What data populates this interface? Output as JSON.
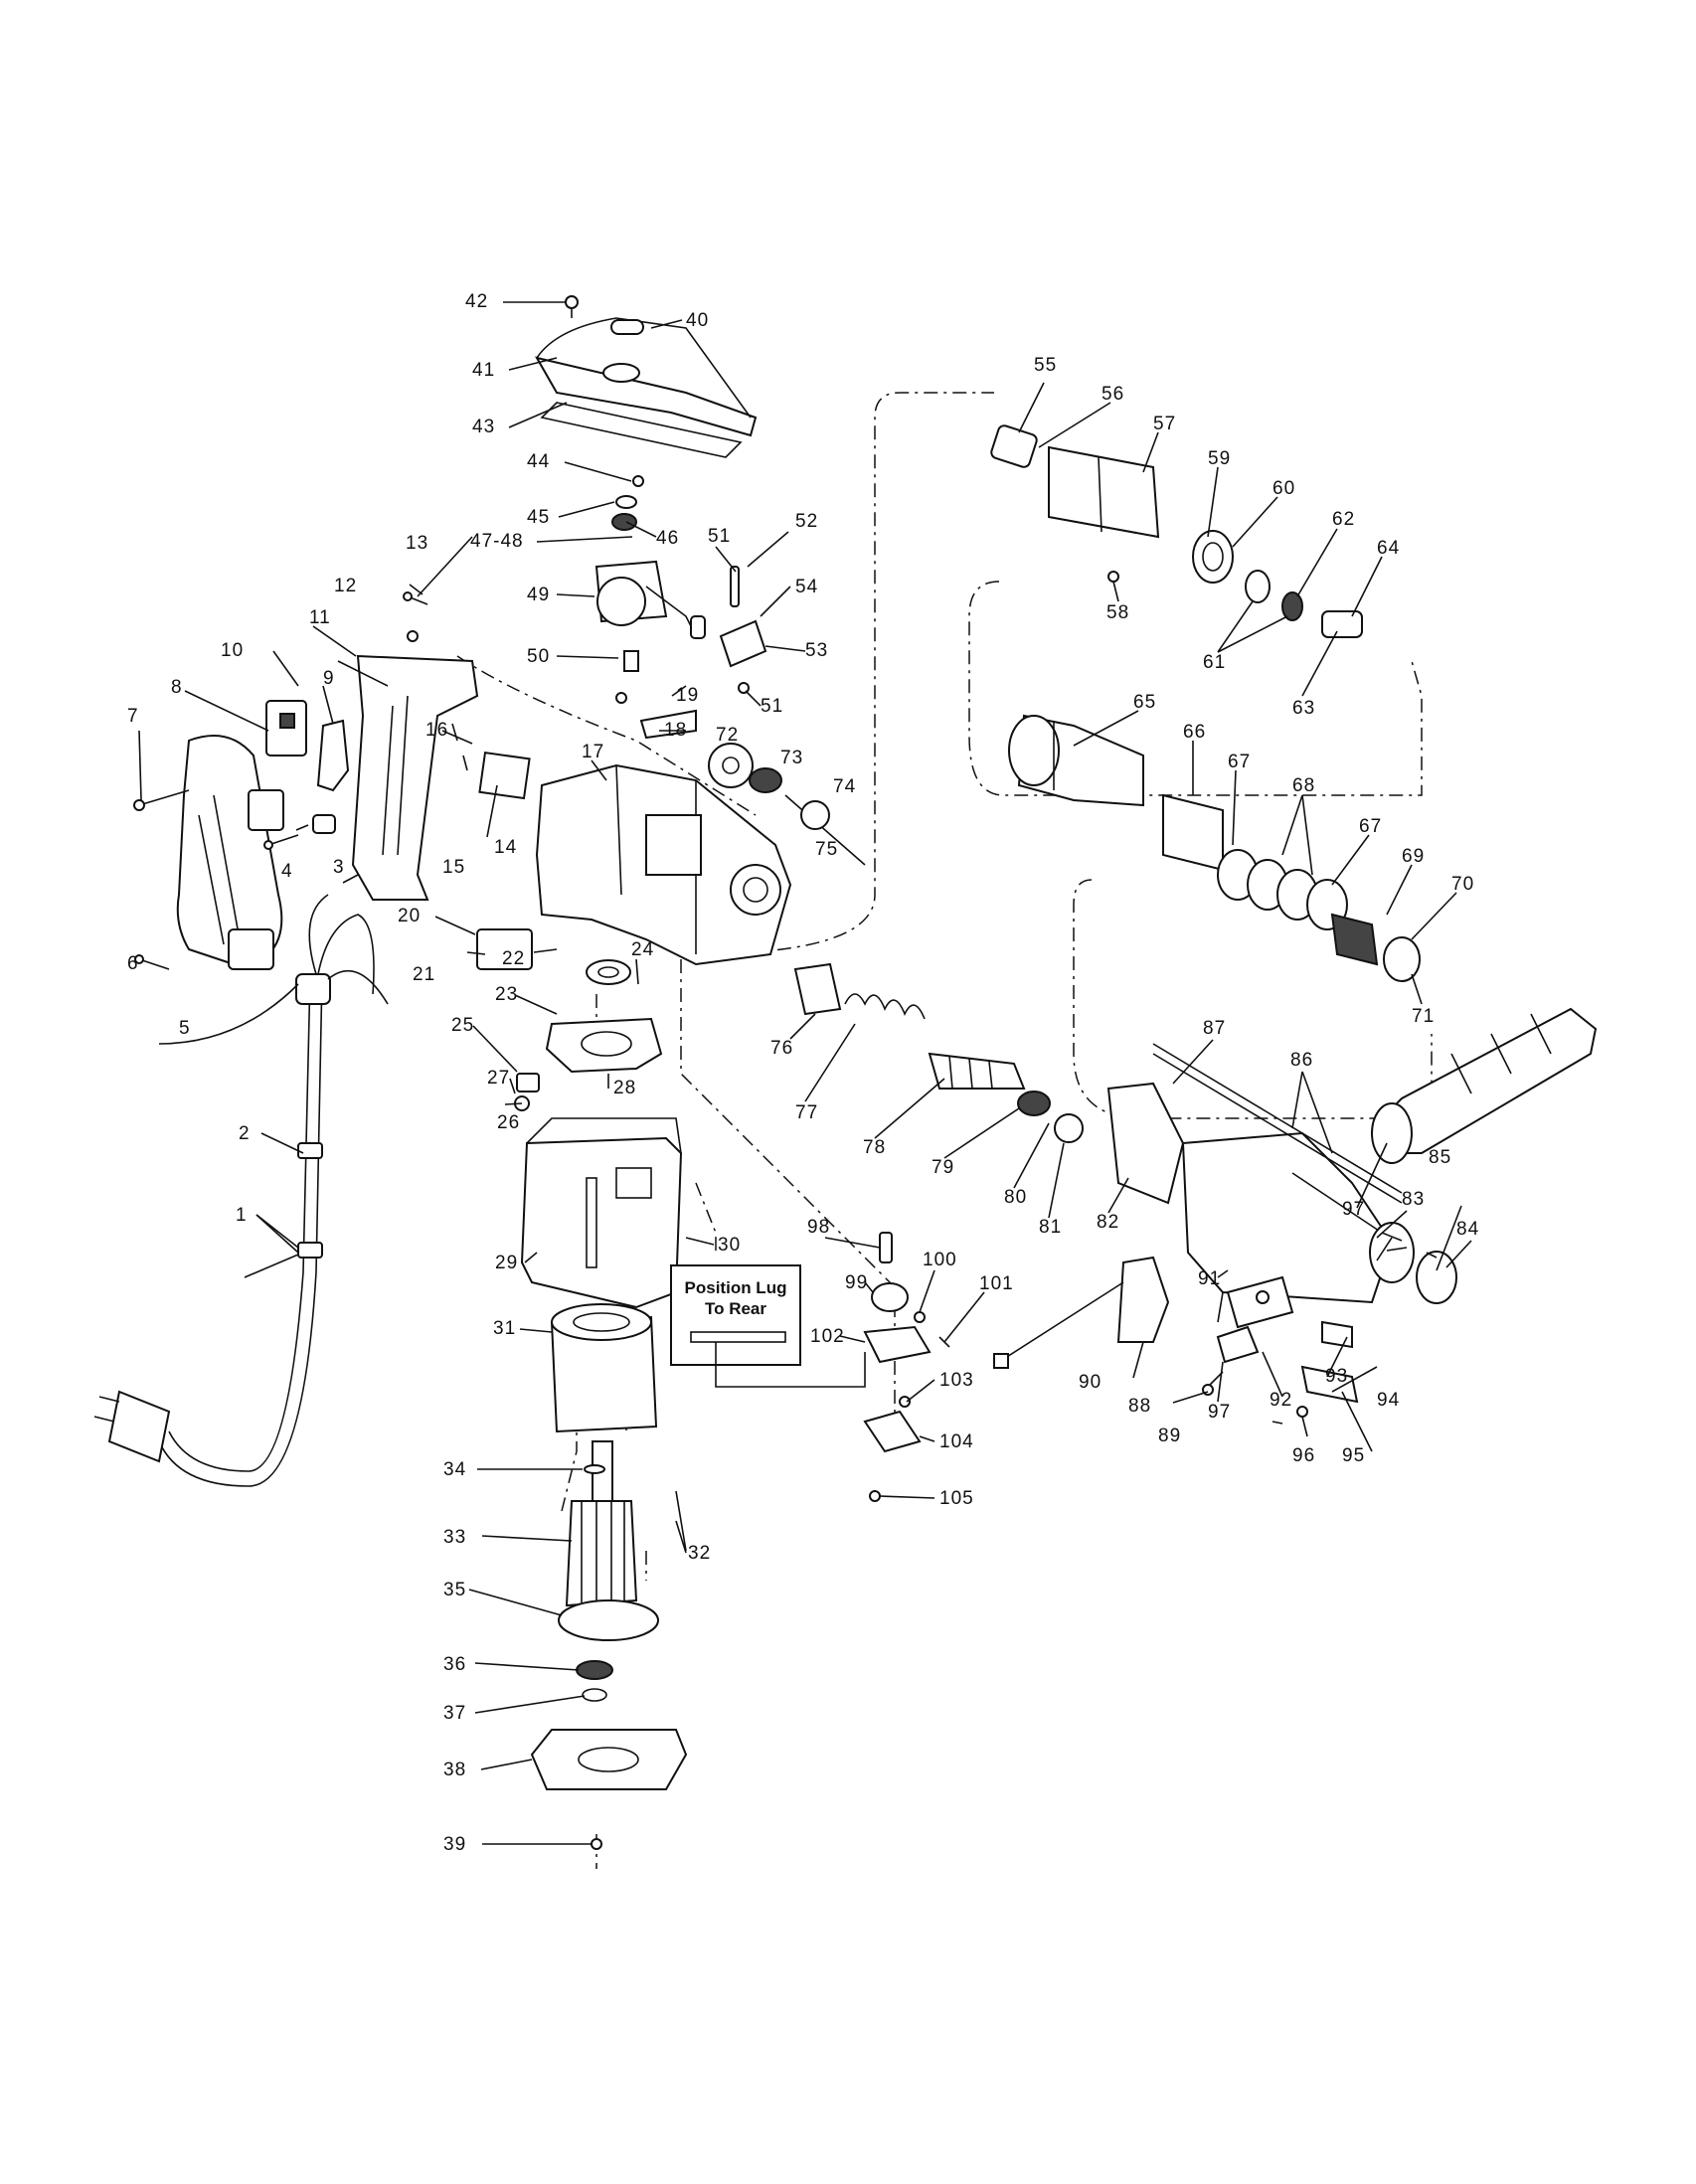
{
  "callouts": [
    {
      "id": "1",
      "text": "1"
    },
    {
      "id": "2",
      "text": "2"
    },
    {
      "id": "3",
      "text": "3"
    },
    {
      "id": "4",
      "text": "4"
    },
    {
      "id": "5",
      "text": "5"
    },
    {
      "id": "6",
      "text": "6"
    },
    {
      "id": "7",
      "text": "7"
    },
    {
      "id": "8",
      "text": "8"
    },
    {
      "id": "9",
      "text": "9"
    },
    {
      "id": "10",
      "text": "10"
    },
    {
      "id": "11",
      "text": "11"
    },
    {
      "id": "12",
      "text": "12"
    },
    {
      "id": "13",
      "text": "13"
    },
    {
      "id": "14",
      "text": "14"
    },
    {
      "id": "15",
      "text": "15"
    },
    {
      "id": "16",
      "text": "16"
    },
    {
      "id": "17",
      "text": "17"
    },
    {
      "id": "18",
      "text": "18"
    },
    {
      "id": "19",
      "text": "19"
    },
    {
      "id": "20",
      "text": "20"
    },
    {
      "id": "21",
      "text": "21"
    },
    {
      "id": "22",
      "text": "22"
    },
    {
      "id": "23",
      "text": "23"
    },
    {
      "id": "24",
      "text": "24"
    },
    {
      "id": "25",
      "text": "25"
    },
    {
      "id": "26",
      "text": "26"
    },
    {
      "id": "27",
      "text": "27"
    },
    {
      "id": "28",
      "text": "28"
    },
    {
      "id": "29",
      "text": "29"
    },
    {
      "id": "30",
      "text": "30"
    },
    {
      "id": "31",
      "text": "31"
    },
    {
      "id": "32",
      "text": "32"
    },
    {
      "id": "33",
      "text": "33"
    },
    {
      "id": "34",
      "text": "34"
    },
    {
      "id": "35",
      "text": "35"
    },
    {
      "id": "36",
      "text": "36"
    },
    {
      "id": "37",
      "text": "37"
    },
    {
      "id": "38",
      "text": "38"
    },
    {
      "id": "39",
      "text": "39"
    },
    {
      "id": "40",
      "text": "40"
    },
    {
      "id": "41",
      "text": "41"
    },
    {
      "id": "42",
      "text": "42"
    },
    {
      "id": "43",
      "text": "43"
    },
    {
      "id": "44",
      "text": "44"
    },
    {
      "id": "45",
      "text": "45"
    },
    {
      "id": "46",
      "text": "46"
    },
    {
      "id": "47-48",
      "text": "47-48"
    },
    {
      "id": "49",
      "text": "49"
    },
    {
      "id": "50",
      "text": "50"
    },
    {
      "id": "51a",
      "text": "51"
    },
    {
      "id": "51b",
      "text": "51"
    },
    {
      "id": "52",
      "text": "52"
    },
    {
      "id": "53",
      "text": "53"
    },
    {
      "id": "54",
      "text": "54"
    },
    {
      "id": "55",
      "text": "55"
    },
    {
      "id": "56",
      "text": "56"
    },
    {
      "id": "57",
      "text": "57"
    },
    {
      "id": "58",
      "text": "58"
    },
    {
      "id": "59",
      "text": "59"
    },
    {
      "id": "60",
      "text": "60"
    },
    {
      "id": "61",
      "text": "61"
    },
    {
      "id": "62",
      "text": "62"
    },
    {
      "id": "63",
      "text": "63"
    },
    {
      "id": "64",
      "text": "64"
    },
    {
      "id": "65",
      "text": "65"
    },
    {
      "id": "66",
      "text": "66"
    },
    {
      "id": "67a",
      "text": "67"
    },
    {
      "id": "67b",
      "text": "67"
    },
    {
      "id": "68",
      "text": "68"
    },
    {
      "id": "69",
      "text": "69"
    },
    {
      "id": "70",
      "text": "70"
    },
    {
      "id": "71",
      "text": "71"
    },
    {
      "id": "72",
      "text": "72"
    },
    {
      "id": "73",
      "text": "73"
    },
    {
      "id": "74",
      "text": "74"
    },
    {
      "id": "75",
      "text": "75"
    },
    {
      "id": "76",
      "text": "76"
    },
    {
      "id": "77",
      "text": "77"
    },
    {
      "id": "78",
      "text": "78"
    },
    {
      "id": "79",
      "text": "79"
    },
    {
      "id": "80",
      "text": "80"
    },
    {
      "id": "81",
      "text": "81"
    },
    {
      "id": "82",
      "text": "82"
    },
    {
      "id": "83",
      "text": "83"
    },
    {
      "id": "84",
      "text": "84"
    },
    {
      "id": "85",
      "text": "85"
    },
    {
      "id": "86",
      "text": "86"
    },
    {
      "id": "87",
      "text": "87"
    },
    {
      "id": "88",
      "text": "88"
    },
    {
      "id": "89",
      "text": "89"
    },
    {
      "id": "90",
      "text": "90"
    },
    {
      "id": "91",
      "text": "91"
    },
    {
      "id": "92",
      "text": "92"
    },
    {
      "id": "93",
      "text": "93"
    },
    {
      "id": "94",
      "text": "94"
    },
    {
      "id": "95",
      "text": "95"
    },
    {
      "id": "96",
      "text": "96"
    },
    {
      "id": "97a",
      "text": "97"
    },
    {
      "id": "97b",
      "text": "97"
    },
    {
      "id": "98",
      "text": "98"
    },
    {
      "id": "99",
      "text": "99"
    },
    {
      "id": "100",
      "text": "100"
    },
    {
      "id": "101",
      "text": "101"
    },
    {
      "id": "102",
      "text": "102"
    },
    {
      "id": "103",
      "text": "103"
    },
    {
      "id": "104",
      "text": "104"
    },
    {
      "id": "105",
      "text": "105"
    }
  ],
  "note": {
    "line1": "Position Lug",
    "line2": "To Rear"
  }
}
